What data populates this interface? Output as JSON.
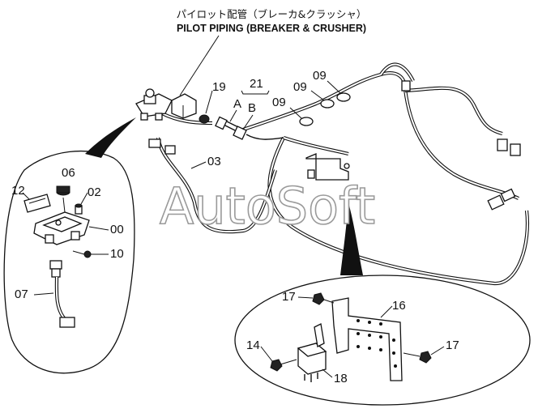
{
  "title": {
    "jp": "パイロット配管（ブレーカ&クラッシャ）",
    "en": "PILOT PIPING (BREAKER & CRUSHER)"
  },
  "watermark": "AutoSoft",
  "labels": {
    "p19": "19",
    "p21": "21",
    "pA": "A",
    "pB": "B",
    "p09a": "09",
    "p09b": "09",
    "p09c": "09",
    "p03": "03",
    "p12": "12",
    "p06": "06",
    "p02": "02",
    "p00": "00",
    "p10": "10",
    "p07": "07",
    "p17a": "17",
    "p17b": "17",
    "p16": "16",
    "p14": "14",
    "p18": "18"
  },
  "colors": {
    "line": "#111111",
    "watermark_outline": "#9a9a9a",
    "background": "#ffffff"
  }
}
